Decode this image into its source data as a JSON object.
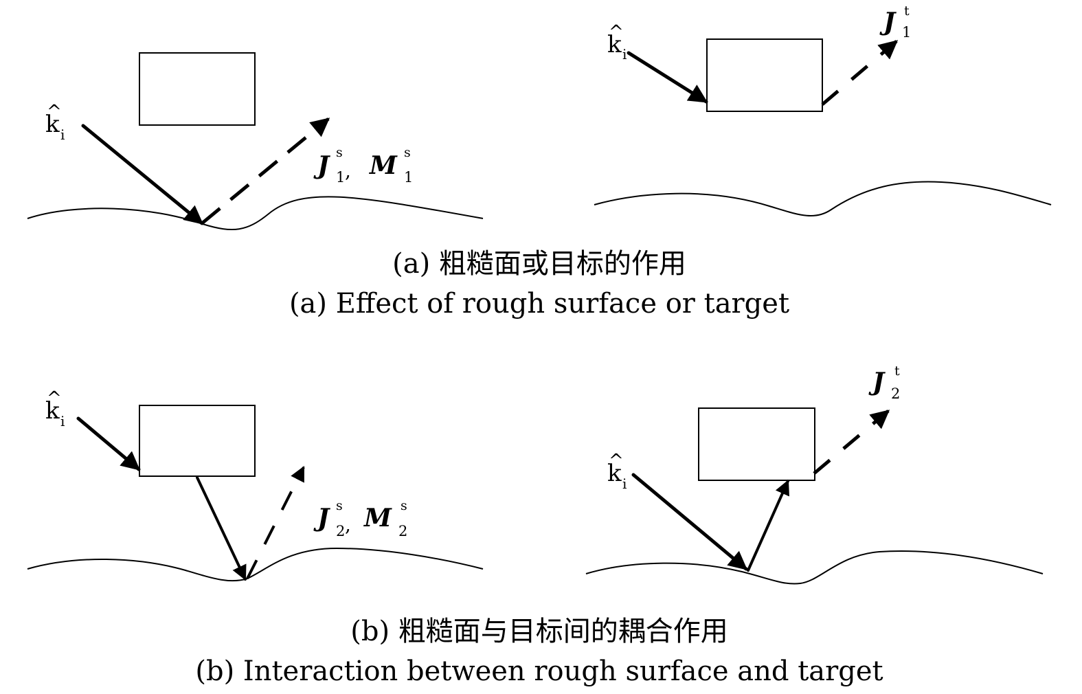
{
  "colors": {
    "stroke": "#000000",
    "background": "#ffffff"
  },
  "panels": [
    {
      "id": "a-left",
      "incident": {
        "symbol": "k",
        "hat": "^",
        "subscript": "i"
      },
      "current": {
        "J": "J",
        "J_sub": "1",
        "J_sup": "s",
        "sep": ",",
        "M": "M",
        "M_sub": "1",
        "M_sup": "s"
      }
    },
    {
      "id": "a-right",
      "incident": {
        "symbol": "k",
        "hat": "^",
        "subscript": "i"
      },
      "current": {
        "J": "J",
        "J_sub": "1",
        "J_sup": "t"
      }
    },
    {
      "id": "b-left",
      "incident": {
        "symbol": "k",
        "hat": "^",
        "subscript": "i"
      },
      "current": {
        "J": "J",
        "J_sub": "2",
        "J_sup": "s",
        "sep": ",",
        "M": "M",
        "M_sub": "2",
        "M_sup": "s"
      }
    },
    {
      "id": "b-right",
      "incident": {
        "symbol": "k",
        "hat": "^",
        "subscript": "i"
      },
      "current": {
        "J": "J",
        "J_sub": "2",
        "J_sup": "t"
      }
    }
  ],
  "captions": {
    "a_cn": "(a) 粗糙面或目标的作用",
    "a_en": "(a) Effect of rough surface or target",
    "b_cn": "(b) 粗糙面与目标间的耦合作用",
    "b_en": "(b) Interaction between rough surface and target"
  }
}
